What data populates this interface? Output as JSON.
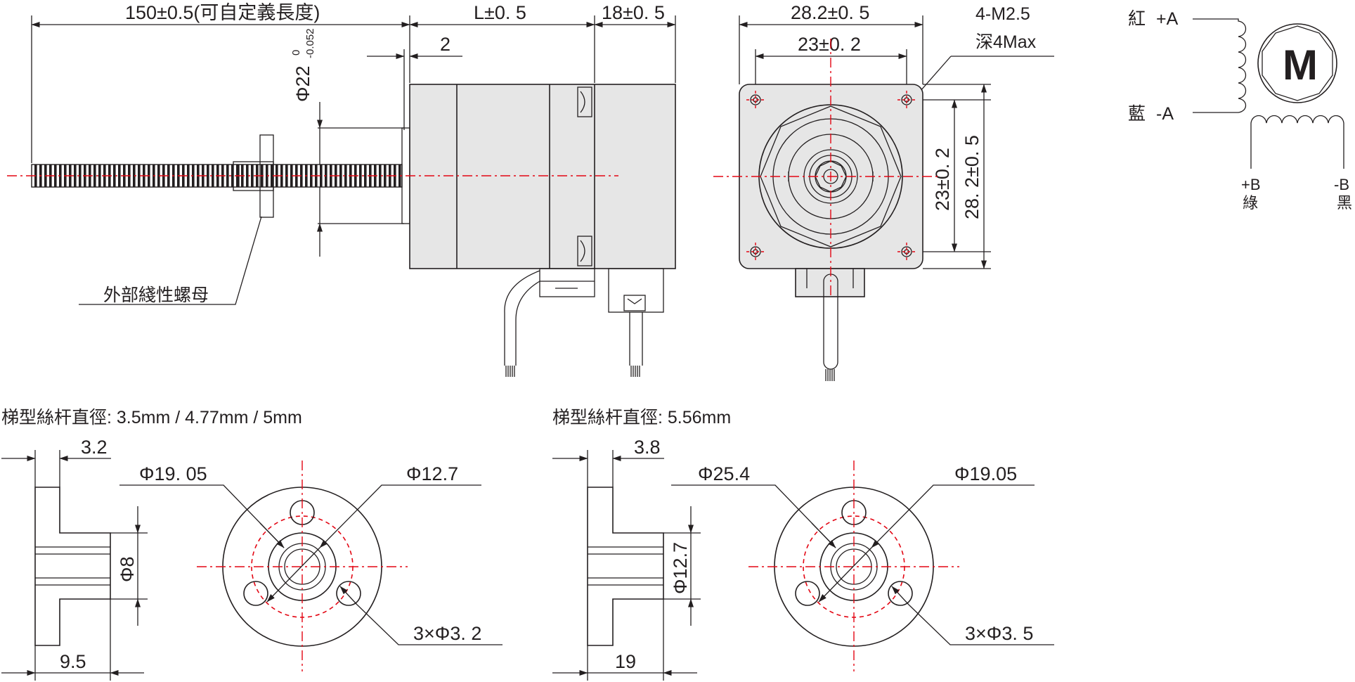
{
  "side_view": {
    "length_label": "150±0.5(可自定義長度)",
    "motor_length_label": "L±0. 5",
    "rear_length_label": "18±0. 5",
    "spacer_label": "2",
    "diameter_label": "Φ22",
    "diameter_tol_upper": "0",
    "diameter_tol_lower": "-0.052",
    "nut_callout": "外部綫性螺母"
  },
  "front_view": {
    "width_label": "28.2±0. 5",
    "hole_spacing_label": "23±0. 2",
    "screw_label": "4-M2.5",
    "screw_depth_label": "深4Max",
    "hole_spacing_vertical": "23±0. 2",
    "height_label": "28. 2±0. 5"
  },
  "wiring": {
    "a_plus_color": "紅",
    "a_plus": "+A",
    "a_minus_color": "藍",
    "a_minus": "-A",
    "b_plus": "+B",
    "b_plus_color": "綠",
    "b_minus": "-B",
    "b_minus_color": "黑",
    "motor_symbol": "M"
  },
  "nut_small": {
    "caption": "梯型絲杆直徑:  3.5mm / 4.77mm / 5mm",
    "flange_thickness": "3.2",
    "bore_label": "Φ8",
    "length_label": "9.5",
    "outer_label": "Φ19. 05",
    "pcd_label": "Φ12.7",
    "holes_label": "3×Φ3. 2"
  },
  "nut_large": {
    "caption": "梯型絲杆直徑:  5.56mm",
    "flange_thickness": "3.8",
    "bore_label": "Φ12.7",
    "length_label": "19",
    "outer_label": "Φ25.4",
    "pcd_label": "Φ19.05",
    "holes_label": "3×Φ3. 5"
  },
  "colors": {
    "line": "#231f20",
    "centerline": "#e30613",
    "body_fill": "#e6e6e6"
  }
}
